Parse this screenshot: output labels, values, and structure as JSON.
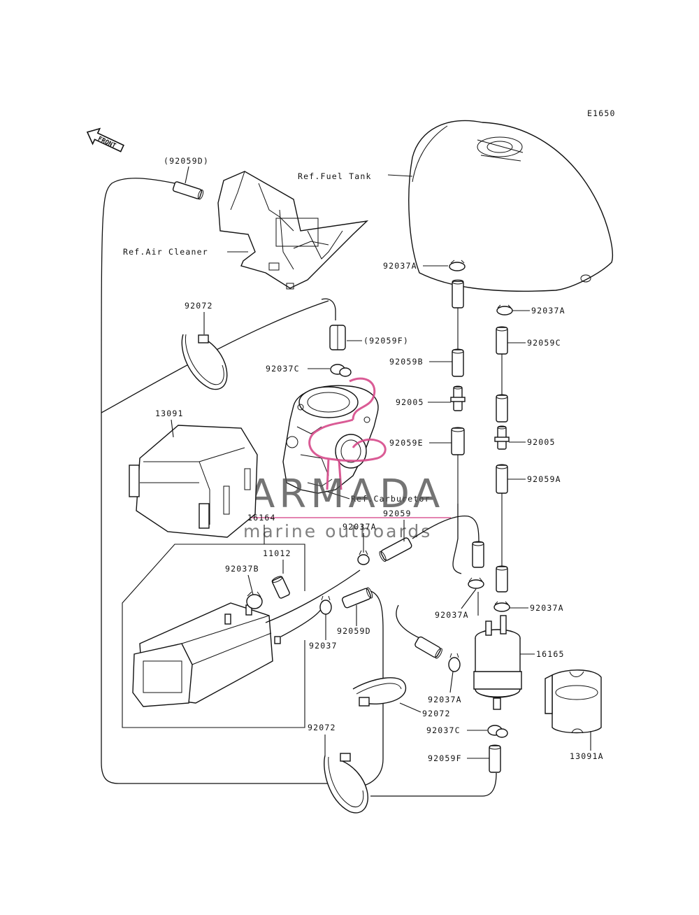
{
  "diagram_code": "E1650",
  "front_arrow": "FRONT",
  "refs": {
    "fuel_tank": "Ref.Fuel Tank",
    "air_cleaner": "Ref.Air Cleaner",
    "carburetor": "Ref.Carburetor"
  },
  "parts": {
    "p92059D_top": "(92059D)",
    "p92037A_1": "92037A",
    "p92037A_2": "92037A",
    "p92072_1": "92072",
    "p92059F_paren": "(92059F)",
    "p92059C": "92059C",
    "p92037C_1": "92037C",
    "p92059B": "92059B",
    "p92005_1": "92005",
    "p92005_2": "92005",
    "p13091": "13091",
    "p92059E": "92059E",
    "p92059A": "92059A",
    "p16164": "16164",
    "p92037A_3": "92037A",
    "p92059": "92059",
    "p11012": "11012",
    "p92037B": "92037B",
    "p92037A_4": "92037A",
    "p92037A_5": "92037A",
    "p92037": "92037",
    "p92059D": "92059D",
    "p16165": "16165",
    "p92037A_6": "92037A",
    "p92072_2": "92072",
    "p92072_3": "92072",
    "p92037C_2": "92037C",
    "p13091A": "13091A",
    "p92059F": "92059F"
  },
  "watermark": {
    "brand": "ARMADA",
    "tagline": "marine outboards",
    "accent_color": "#d64a8a"
  }
}
